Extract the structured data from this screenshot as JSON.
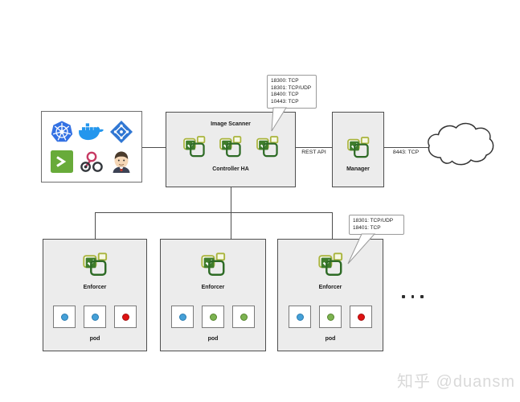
{
  "diagram": {
    "tools_box": {
      "icons": [
        "kubernetes-icon",
        "docker-icon",
        "azure-devops-icon",
        "terminal-icon",
        "webhook-icon",
        "jenkins-icon"
      ]
    },
    "scanner_box": {
      "title": "Image Scanner",
      "subtitle": "Controller HA",
      "instance_icons": 3
    },
    "manager_box": {
      "label": "Manager"
    },
    "connections": {
      "rest_api_label": "REST API",
      "manager_cloud_label": "8443: TCP"
    },
    "callouts": {
      "controller_ports": [
        "18300: TCP",
        "18301: TCP/UDP",
        "18400: TCP",
        "10443: TCP"
      ],
      "enforcer_ports": [
        "18301: TCP/UDP",
        "18401: TCP"
      ]
    },
    "enforcers": [
      {
        "label": "Enforcer",
        "pod_label": "pod",
        "pods": [
          "blue",
          "blue",
          "red"
        ]
      },
      {
        "label": "Enforcer",
        "pod_label": "pod",
        "pods": [
          "blue",
          "green",
          "green"
        ]
      },
      {
        "label": "Enforcer",
        "pod_label": "pod",
        "pods": [
          "blue",
          "green",
          "red"
        ]
      }
    ]
  },
  "watermark": "知乎 @duansm",
  "colors": {
    "pod_dots": {
      "blue": {
        "fill": "#45a0d8",
        "edge": "#2a7cb0"
      },
      "green": {
        "fill": "#7cb351",
        "edge": "#55842c"
      },
      "red": {
        "fill": "#df1212",
        "edge": "#a51010"
      }
    },
    "box_fill": "#ececec",
    "line": "#4d4d4d",
    "accent_green": "#3f7d2c"
  }
}
